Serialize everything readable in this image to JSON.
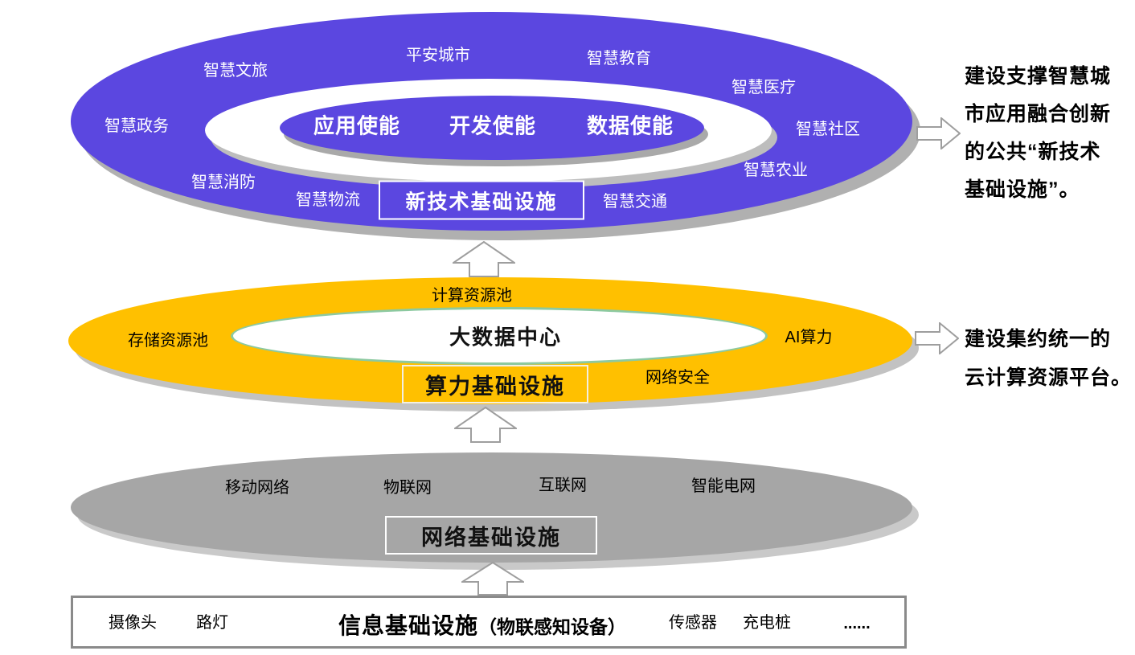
{
  "colors": {
    "purple": "#5b47e0",
    "yellow": "#ffc000",
    "gray": "#a6a6a6",
    "green_ring": "#8cc9a0",
    "shadow": "#b3b3b3"
  },
  "app_layer": {
    "ring_labels": [
      "智慧文旅",
      "平安城市",
      "智慧教育",
      "智慧医疗",
      "智慧政务",
      "智慧社区",
      "智慧消防",
      "智慧农业",
      "智慧物流",
      "智慧交通"
    ],
    "core_labels": [
      "应用使能",
      "开发使能",
      "数据使能"
    ],
    "box_label": "新技术基础设施",
    "note": "建设支撑智慧城\n市应用融合创新\n的公共“新技术\n基础设施”。"
  },
  "compute_layer": {
    "labels": [
      "计算资源池",
      "存储资源池",
      "AI算力",
      "网络安全"
    ],
    "center_label": "大数据中心",
    "box_label": "算力基础设施",
    "note": "建设集约统一的\n云计算资源平台。"
  },
  "network_layer": {
    "labels": [
      "移动网络",
      "物联网",
      "互联网",
      "智能电网"
    ],
    "box_label": "网络基础设施"
  },
  "device_layer": {
    "left_items": [
      "摄像头",
      "路灯"
    ],
    "title": "信息基础设施",
    "title_suffix": "（物联感知设备）",
    "right_items": [
      "传感器",
      "充电桩"
    ],
    "ellipsis": "......"
  }
}
